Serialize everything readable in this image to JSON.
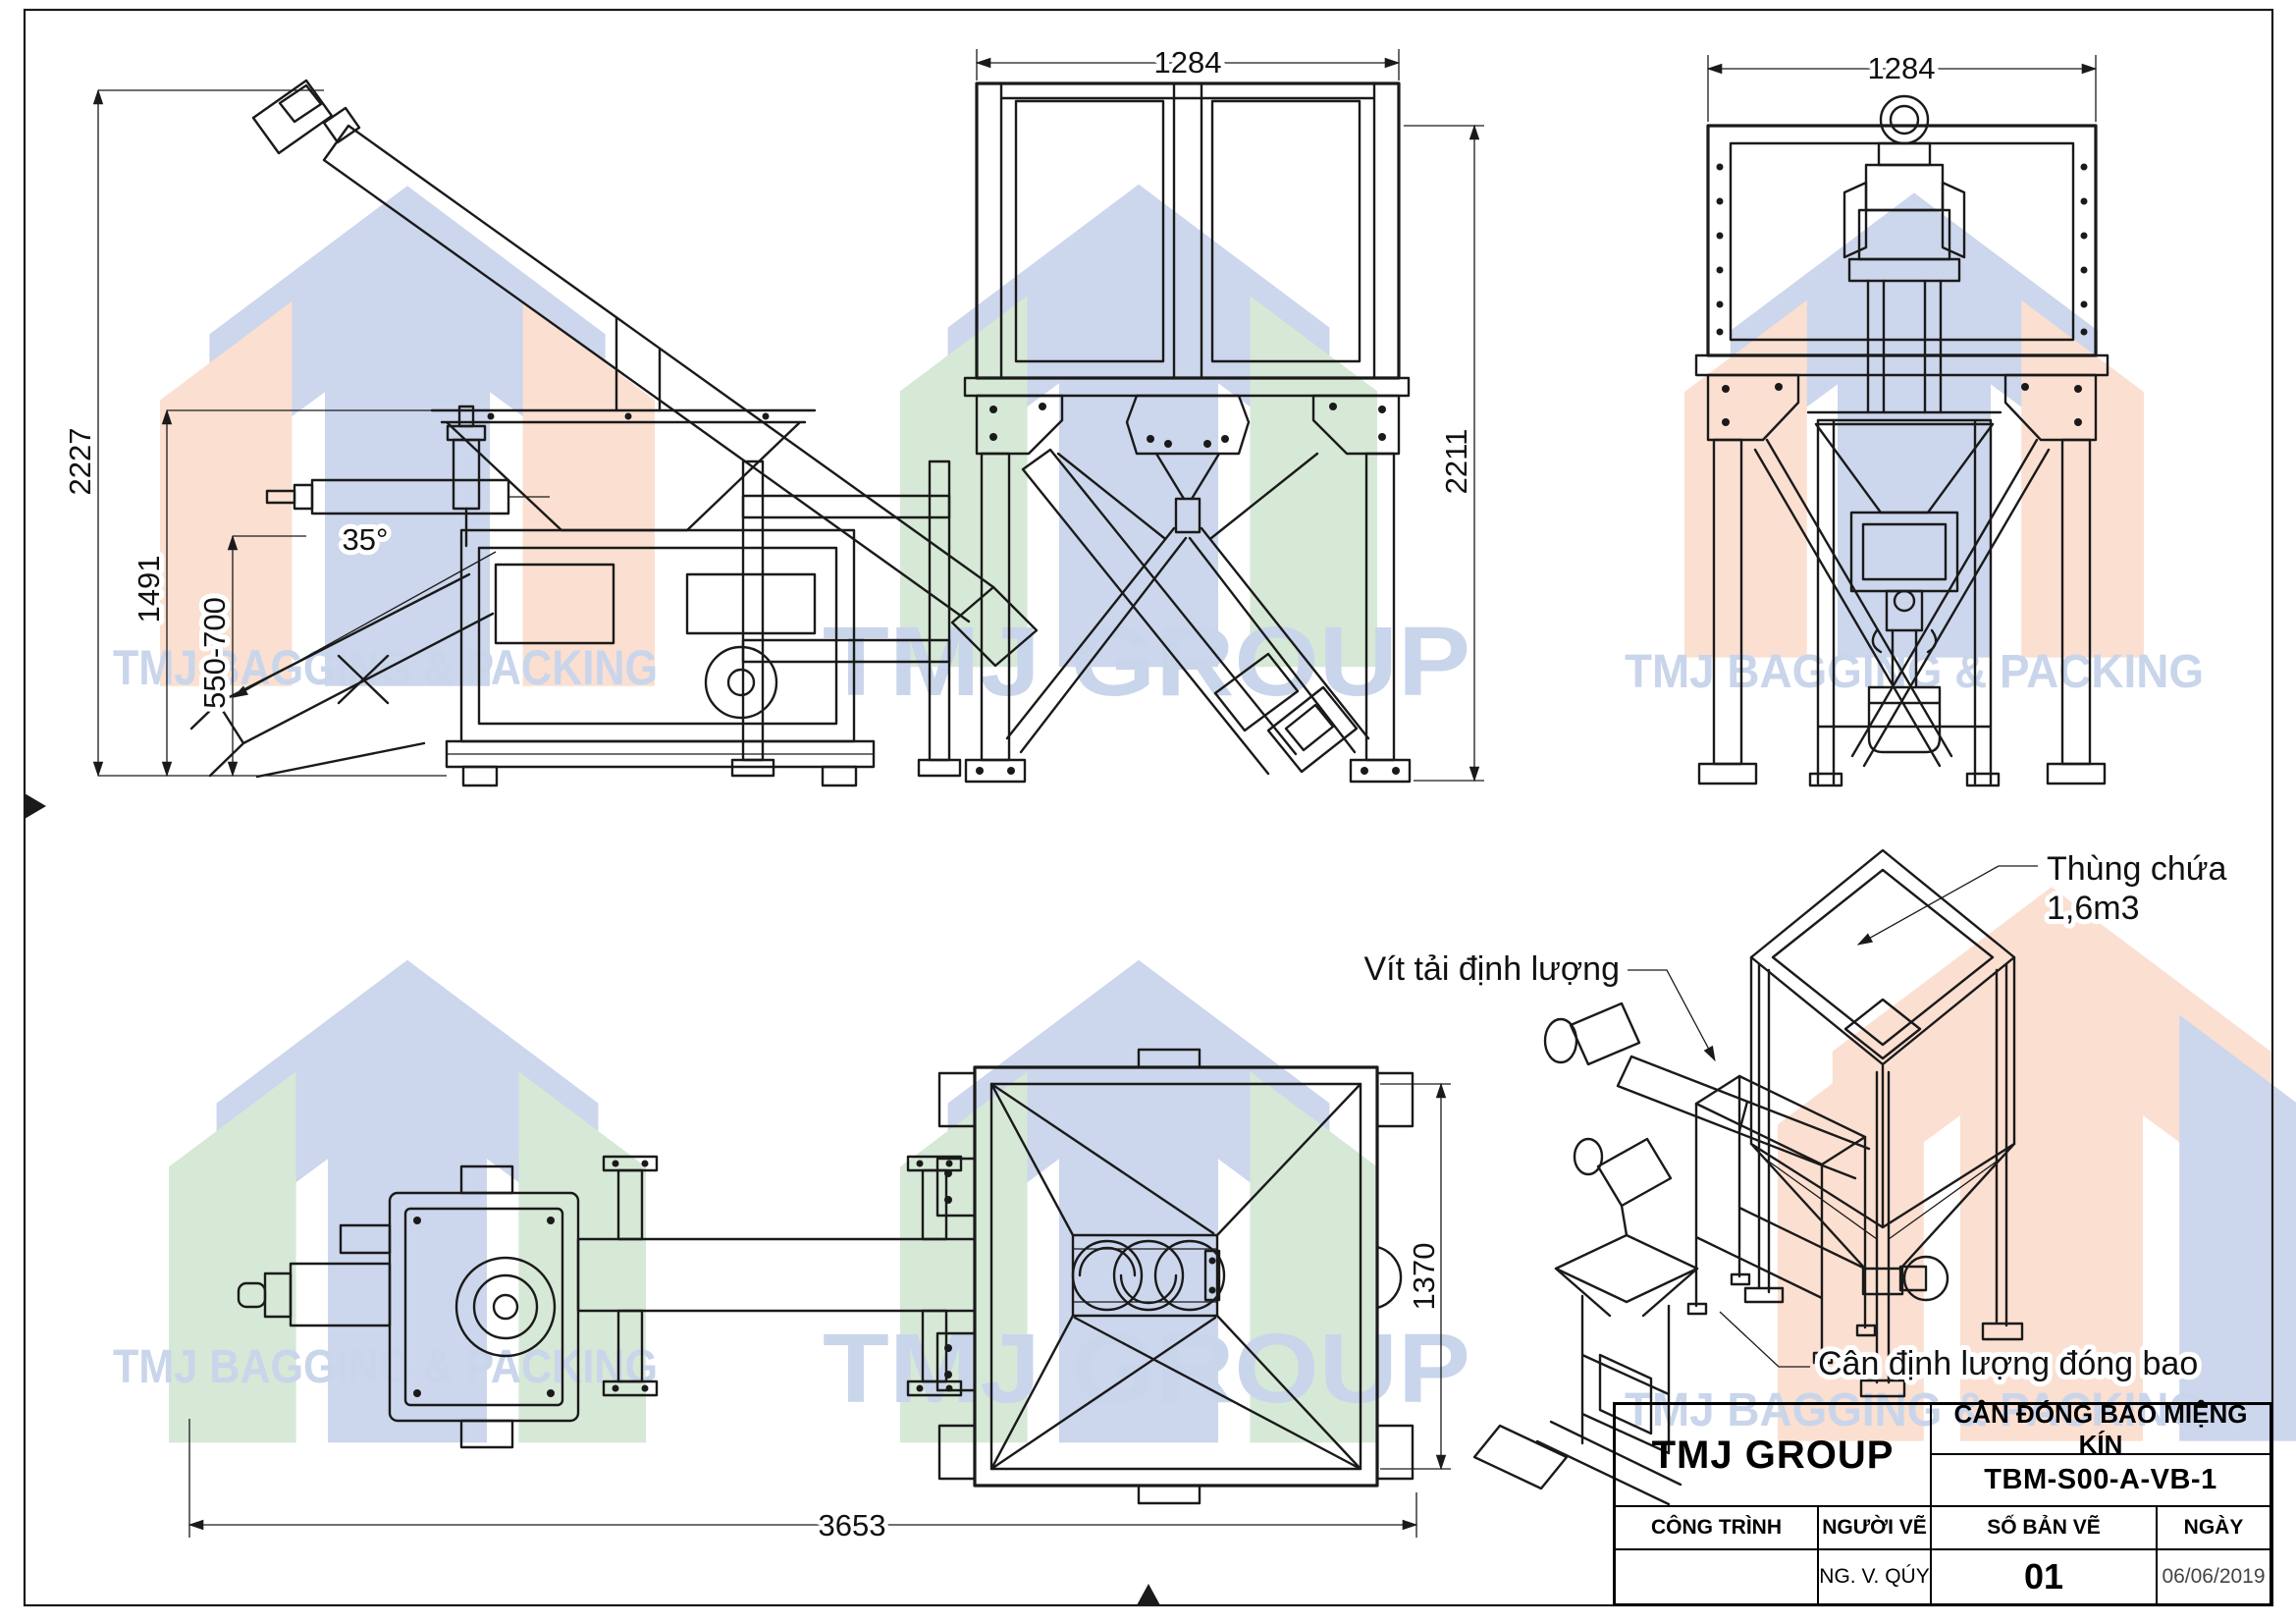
{
  "drawing": {
    "line_color": "#1a1a1a",
    "views": {
      "side": {
        "overall_height": "2227",
        "inlet_height": "1491",
        "discharge_height": "550-700",
        "chute_angle": "35°"
      },
      "front_bin": {
        "width": "1284",
        "height": "2211"
      },
      "front_machine": {
        "width": "1284"
      },
      "plan": {
        "length": "3653",
        "width": "1370"
      },
      "isometric": {
        "container_label_line1": "Thùng chứa",
        "container_label_line2": "1,6m3",
        "screw_label": "Vít tải định lượng",
        "scale_label": "Cân định lượng đóng bao"
      }
    }
  },
  "watermark": {
    "brand_short": "TMJ GROUP",
    "brand_long": "TMJ BAGGING & PACKING",
    "text_color": "#c9d5eb",
    "blue": "#ccd6ec",
    "green": "#d6e8d6",
    "peach": "#fbdfd0"
  },
  "title_block": {
    "company": "TMJ GROUP",
    "drawing_title": "CÂN ĐÓNG BAO MIỆNG KÍN",
    "drawing_code": "TBM-S00-A-VB-1",
    "headers": {
      "project": "CÔNG TRÌNH",
      "drafter": "NGƯỜI VẼ",
      "sheet": "SỐ BẢN VẼ",
      "date": "NGÀY"
    },
    "values": {
      "project": "",
      "drafter": "NG. V. QÚY",
      "sheet": "01",
      "date": "06/06/2019"
    }
  }
}
